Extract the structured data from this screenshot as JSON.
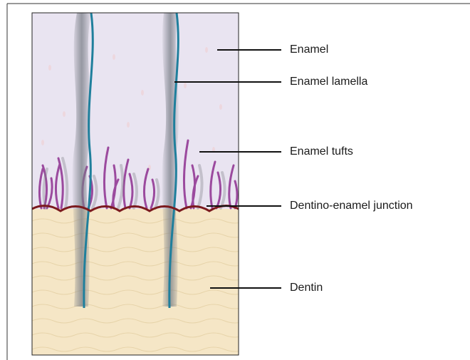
{
  "labels": {
    "enamel": "Enamel",
    "enamel_lamella": "Enamel lamella",
    "enamel_tufts": "Enamel tufts",
    "dej": "Dentino-enamel junction",
    "dentin": "Dentin"
  },
  "colors": {
    "enamel": "#e9e4f1",
    "dentin": "#f5e6c6",
    "junction": "#7b1a1e",
    "tufts": "#9b4a9e",
    "lamella_line": "#1f7f9c",
    "lamella_shadow": "#8a8f99",
    "leader": "#111111"
  }
}
